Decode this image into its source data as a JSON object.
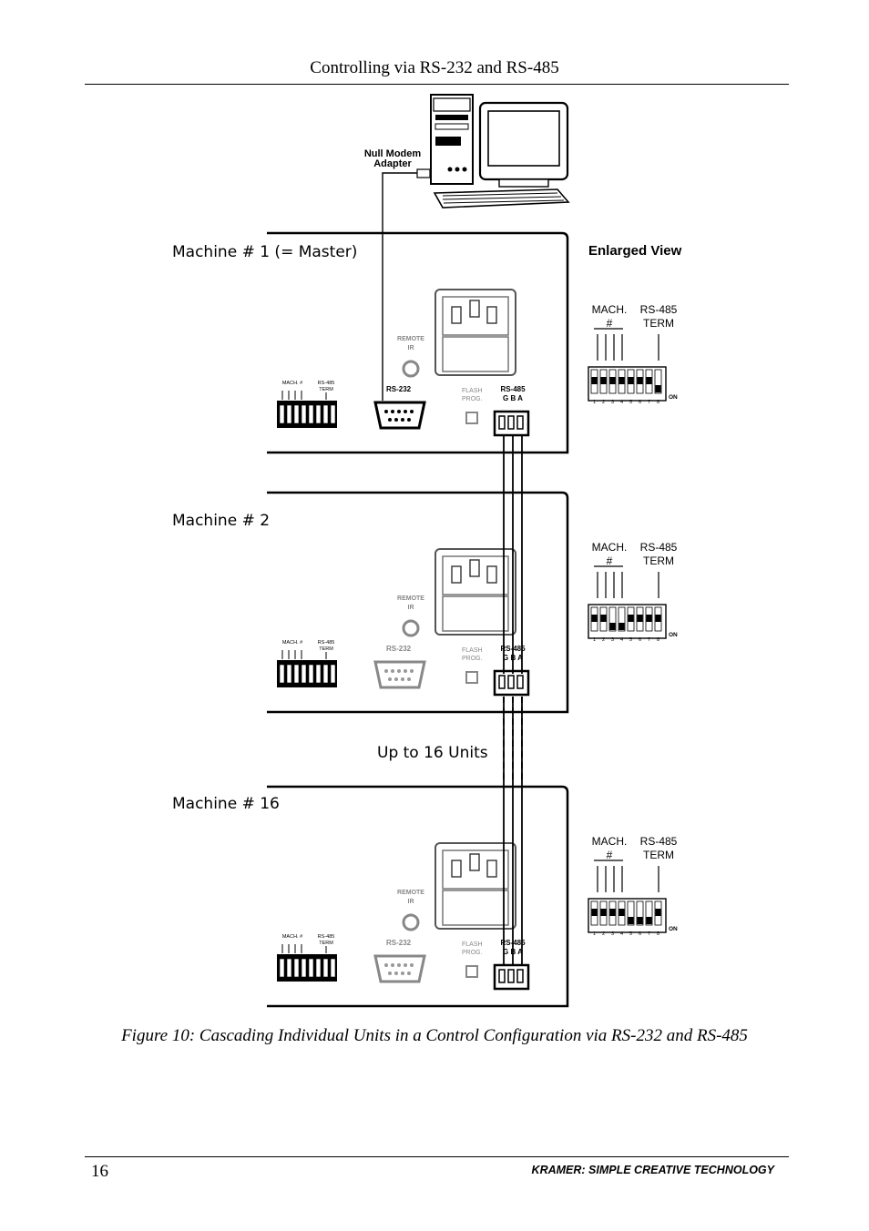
{
  "header": {
    "title": "Controlling via RS-232 and RS-485"
  },
  "diagram": {
    "null_modem_line1": "Null Modem",
    "null_modem_line2": "Adapter",
    "enlarged_view": "Enlarged View",
    "up_to_units": "Up to 16 Units",
    "machines": [
      {
        "label": "Machine # 1 (= Master)"
      },
      {
        "label": "Machine # 2"
      },
      {
        "label": "Machine # 16"
      }
    ],
    "panel": {
      "remote": "REMOTE",
      "ir": "IR",
      "rs232": "RS-232",
      "flash": "FLASH",
      "prog": "PROG.",
      "rs485": "RS-485",
      "gba": "G B A",
      "mach": "MACH. #",
      "term1": "RS-485",
      "term2": "TERM"
    },
    "enlarged": {
      "mach_line1": "MACH.",
      "mach_line2": "#",
      "term_line1": "RS-485",
      "term_line2": "TERM",
      "on": "ON",
      "switch_numbers": [
        "1",
        "2",
        "3",
        "4",
        "5",
        "6",
        "7",
        "8"
      ]
    }
  },
  "caption": "Figure 10: Cascading Individual Units in a Control Configuration via RS-232 and RS-485",
  "footer": {
    "page_number": "16",
    "brand": "KRAMER:  SIMPLE CREATIVE TECHNOLOGY"
  }
}
